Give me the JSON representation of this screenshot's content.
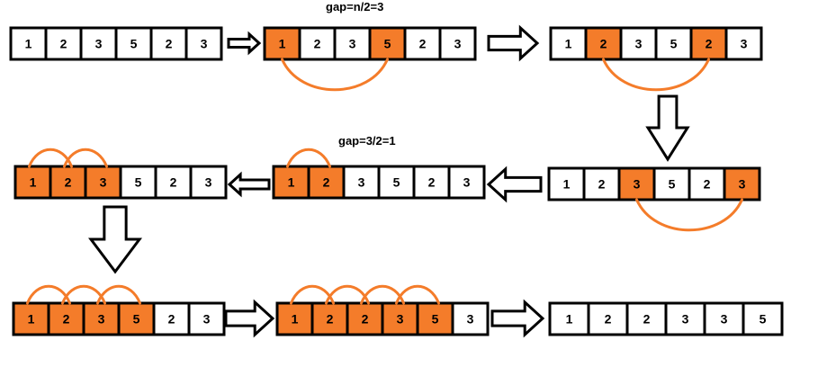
{
  "labels": {
    "gap_first": "gap=n/2=3",
    "gap_second": "gap=3/2=1"
  },
  "colors": {
    "highlight": "#f47c2a",
    "arc": "#f47c2a",
    "cell_border": "#000000",
    "cell_plain": "#ffffff"
  },
  "arrays": [
    {
      "id": "r1-initial",
      "values": [
        "1",
        "2",
        "3",
        "5",
        "2",
        "3"
      ],
      "highlighted": []
    },
    {
      "id": "r1-gap3-pair1",
      "values": [
        "1",
        "2",
        "3",
        "5",
        "2",
        "3"
      ],
      "highlighted": [
        0,
        3
      ]
    },
    {
      "id": "r1-gap3-pair2",
      "values": [
        "1",
        "2",
        "3",
        "5",
        "2",
        "3"
      ],
      "highlighted": [
        1,
        4
      ]
    },
    {
      "id": "r2-gap3-pair3",
      "values": [
        "1",
        "2",
        "3",
        "5",
        "2",
        "3"
      ],
      "highlighted": [
        2,
        5
      ]
    },
    {
      "id": "r2-gap1-step1",
      "values": [
        "1",
        "2",
        "3",
        "5",
        "2",
        "3"
      ],
      "highlighted": [
        0,
        1
      ]
    },
    {
      "id": "r2-gap1-step2",
      "values": [
        "1",
        "2",
        "3",
        "5",
        "2",
        "3"
      ],
      "highlighted": [
        0,
        1,
        2
      ]
    },
    {
      "id": "r3-gap1-step3",
      "values": [
        "1",
        "2",
        "3",
        "5",
        "2",
        "3"
      ],
      "highlighted": [
        0,
        1,
        2,
        3
      ]
    },
    {
      "id": "r3-gap1-step4",
      "values": [
        "1",
        "2",
        "2",
        "3",
        "5",
        "3"
      ],
      "highlighted": [
        0,
        1,
        2,
        3,
        4
      ]
    },
    {
      "id": "r3-sorted",
      "values": [
        "1",
        "2",
        "2",
        "3",
        "3",
        "5"
      ],
      "highlighted": []
    }
  ]
}
